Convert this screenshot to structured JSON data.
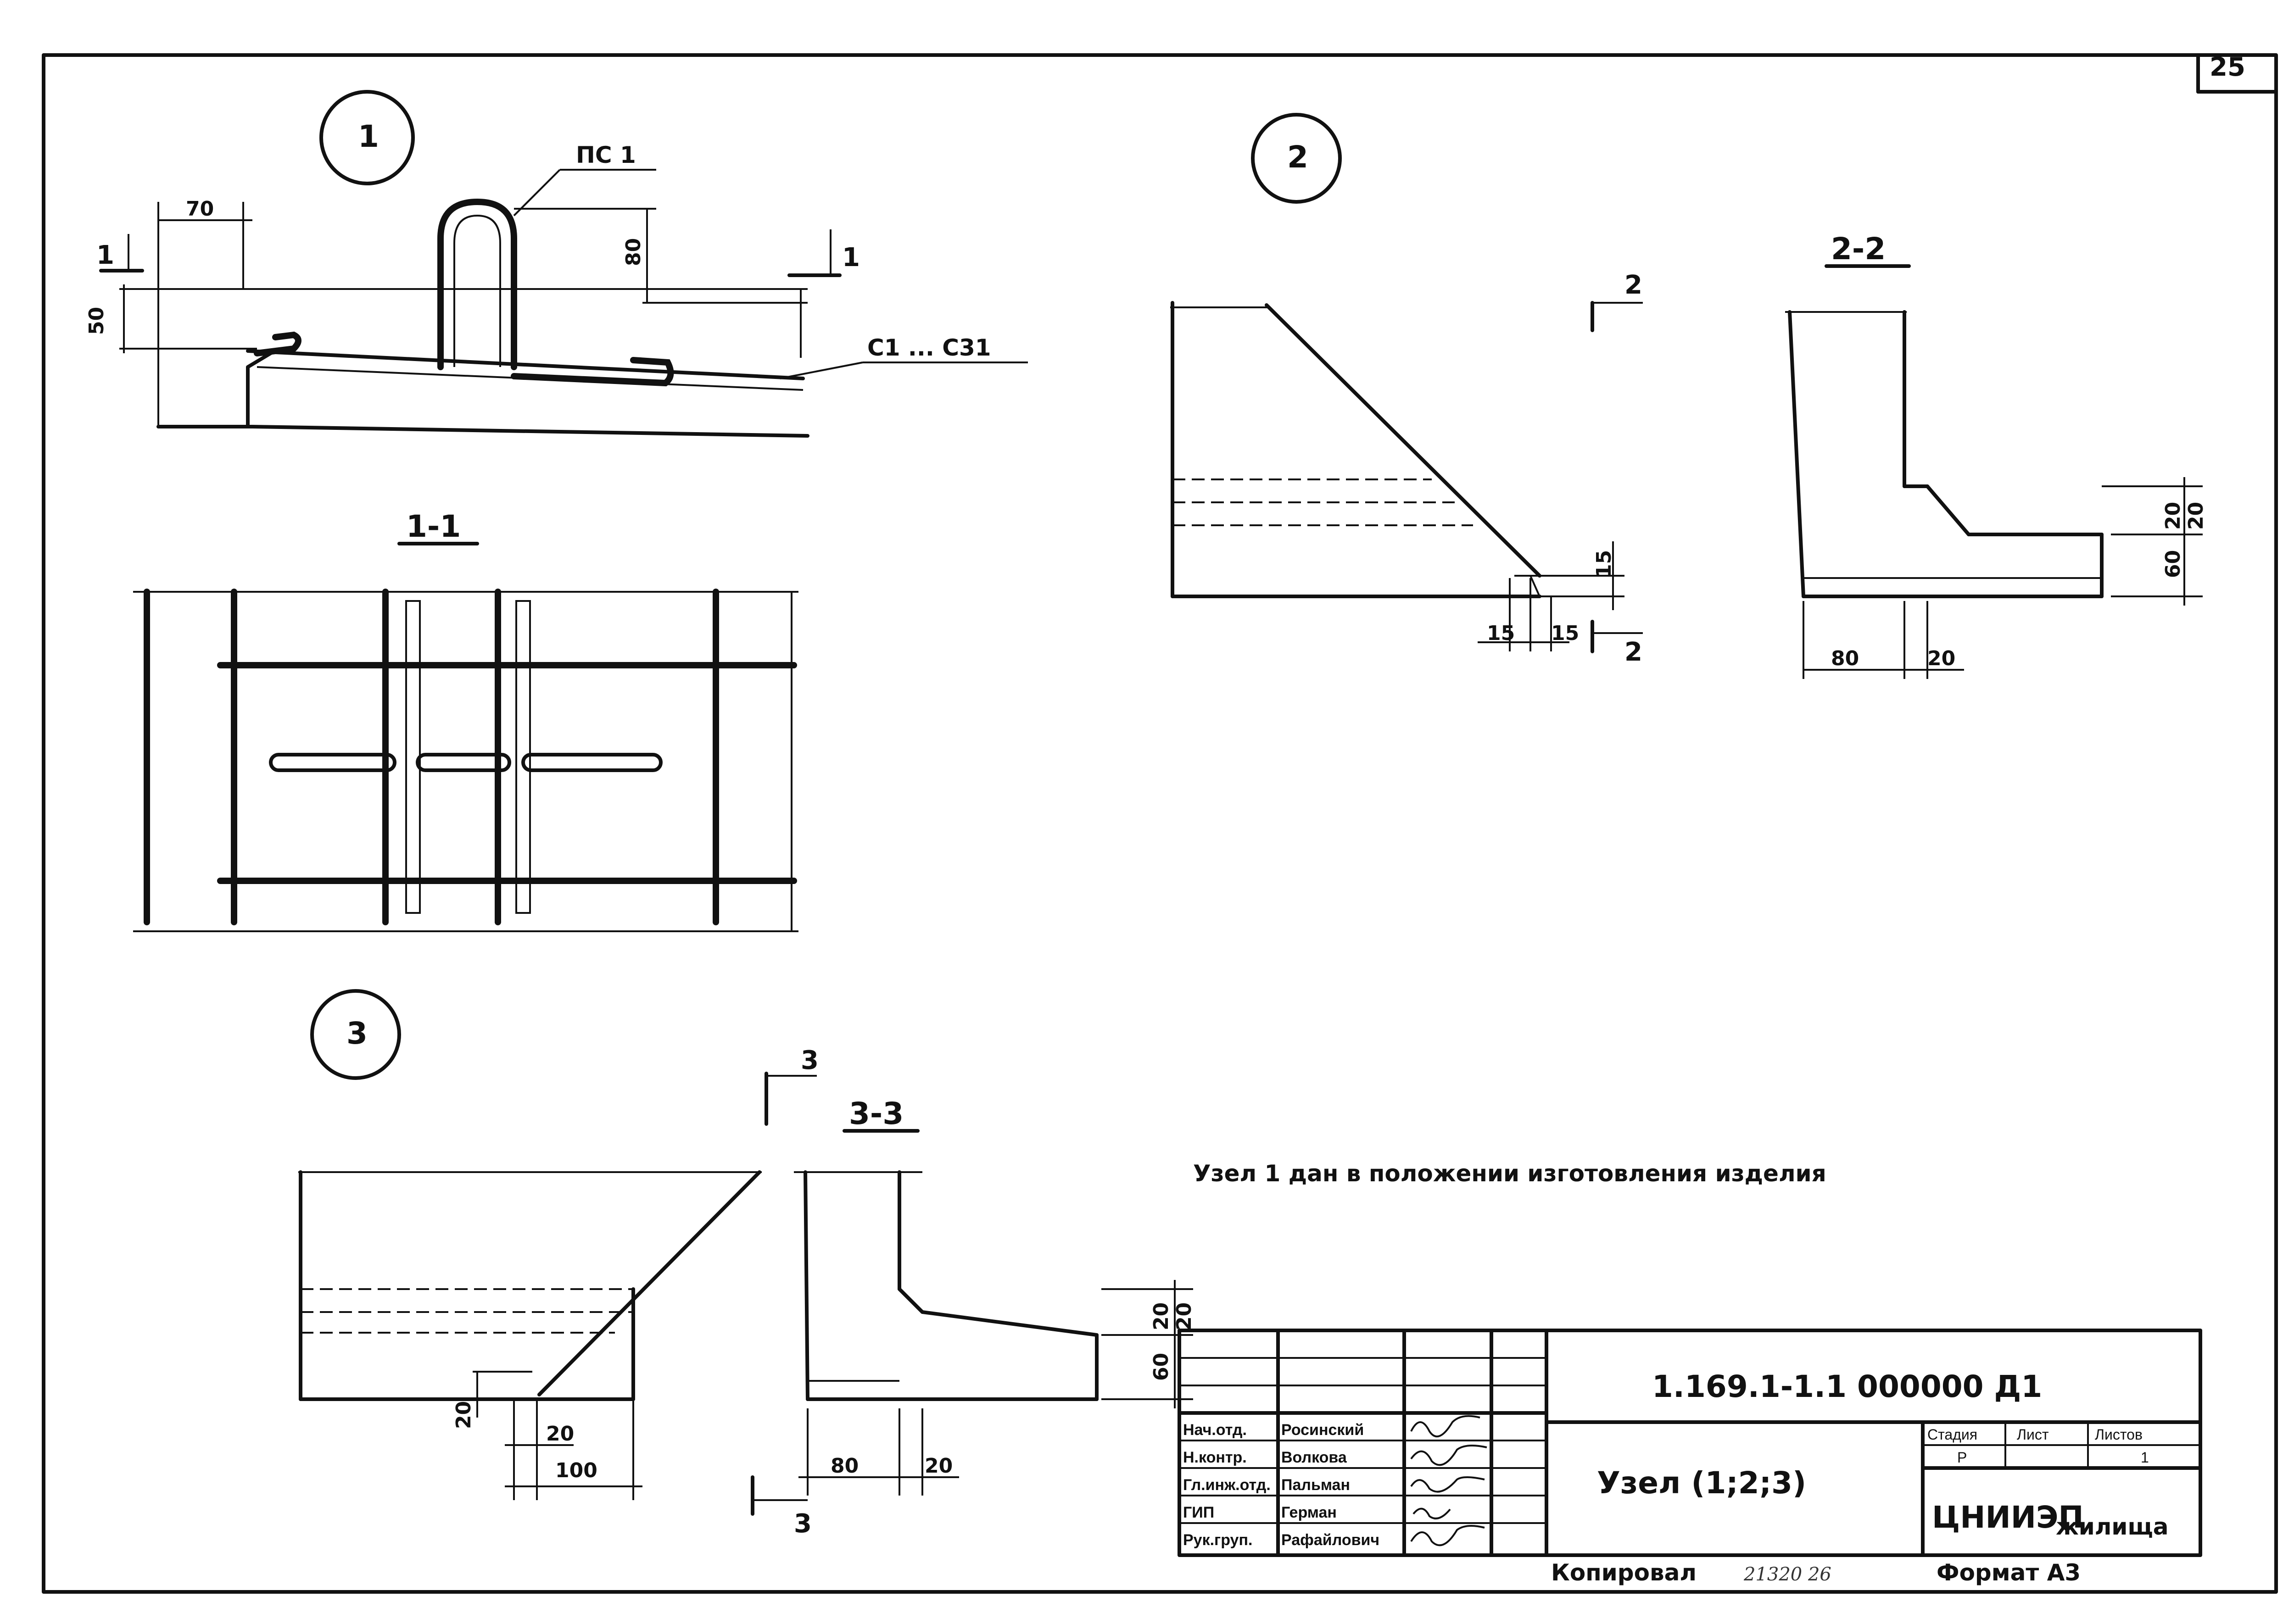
{
  "sheet_number": "25",
  "callouts": {
    "node1": "1",
    "node2": "2",
    "node3": "3"
  },
  "section_titles": {
    "s11": "1-1",
    "s22": "2-2",
    "s33": "3-3"
  },
  "cut_marks": {
    "c1": "1",
    "c2": "2",
    "c3": "3"
  },
  "labels": {
    "ps1": "ПС 1",
    "c1_c31": "С1 ... С31"
  },
  "dimensions": {
    "d70": "70",
    "d80": "80",
    "d50": "50",
    "d15": "15",
    "d20": "20",
    "d60": "60",
    "d100": "100"
  },
  "note": "Узел 1 дан в положении изготовления изделия",
  "title_block": {
    "document_code": "1.169.1-1.1 000000 Д1",
    "drawing_title": "Узел (1;2;3)",
    "roles": [
      "Нач.отд.",
      "Н.контр.",
      "Гл.инж.отд.",
      "ГИП",
      "Рук.груп."
    ],
    "names": [
      "Росинский",
      "Волкова",
      "Пальман",
      "Герман",
      "Рафайлович"
    ],
    "stage_header": "Стадия",
    "sheet_header": "Лист",
    "sheets_header": "Листов",
    "stage_value": "Р",
    "sheets_value": "1",
    "organization": "ЦНИИЭП",
    "organization_suffix": "жилища"
  },
  "footer": {
    "copied_label": "Копировал",
    "copied_number": "21320 26",
    "format_label": "Формат А3"
  }
}
